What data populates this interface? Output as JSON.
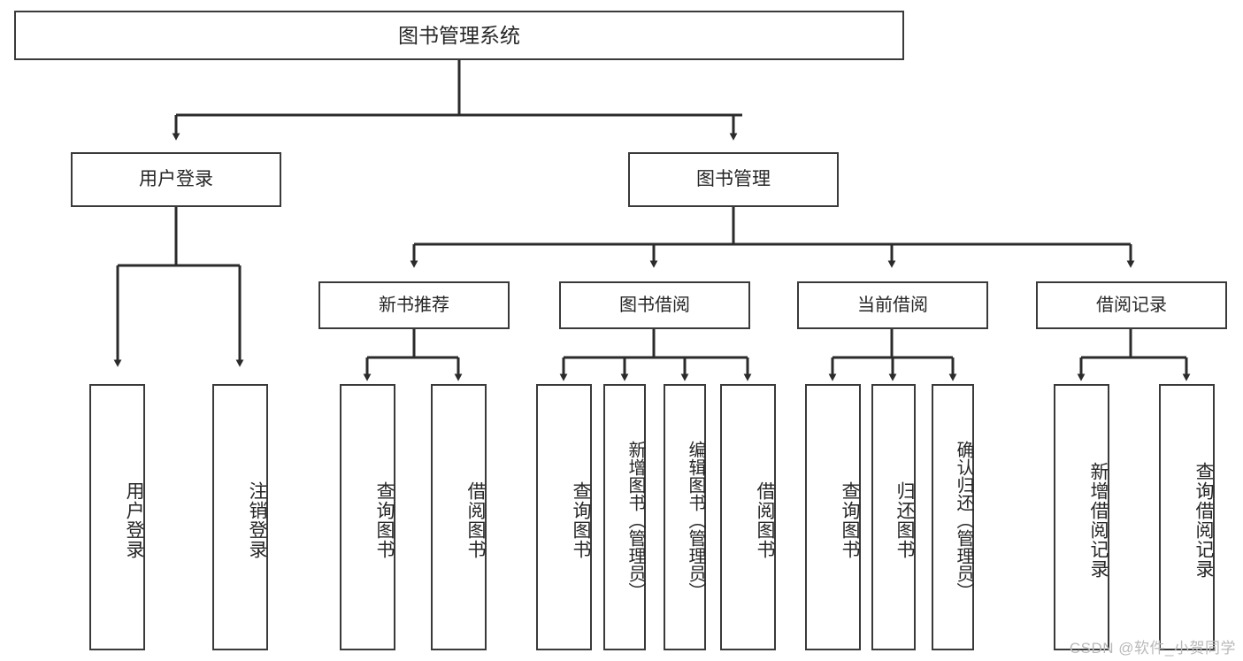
{
  "diagram": {
    "type": "tree",
    "title": "图书管理系统",
    "colors": {
      "box_border": "#3a3a3a",
      "box_fill": "#ffffff",
      "connector": "#2b2b2b",
      "text": "#262626",
      "watermark": "#b9b9b9"
    },
    "root": {
      "label": "图书管理系统"
    },
    "level2": [
      {
        "id": "user-login",
        "label": "用户登录"
      },
      {
        "id": "book-manage",
        "label": "图书管理"
      }
    ],
    "level3": [
      {
        "id": "new-book-recommend",
        "label": "新书推荐",
        "parent": "book-manage"
      },
      {
        "id": "book-borrow",
        "label": "图书借阅",
        "parent": "book-manage"
      },
      {
        "id": "current-borrow",
        "label": "当前借阅",
        "parent": "book-manage"
      },
      {
        "id": "borrow-record",
        "label": "借阅记录",
        "parent": "book-manage"
      }
    ],
    "leaves": [
      {
        "id": "leaf-user-login",
        "label": "用户登录",
        "parent": "user-login"
      },
      {
        "id": "leaf-logout-login",
        "label": "注销登录",
        "parent": "user-login"
      },
      {
        "id": "leaf-query-book-1",
        "label": "查询图书",
        "parent": "new-book-recommend"
      },
      {
        "id": "leaf-borrow-book-1",
        "label": "借阅图书",
        "parent": "new-book-recommend"
      },
      {
        "id": "leaf-query-book-2",
        "label": "查询图书",
        "parent": "book-borrow"
      },
      {
        "id": "leaf-add-book",
        "label": "新增图书（管理员）",
        "parent": "book-borrow"
      },
      {
        "id": "leaf-edit-book",
        "label": "编辑图书（管理员）",
        "parent": "book-borrow"
      },
      {
        "id": "leaf-borrow-book-2",
        "label": "借阅图书",
        "parent": "book-borrow"
      },
      {
        "id": "leaf-query-book-3",
        "label": "查询图书",
        "parent": "current-borrow"
      },
      {
        "id": "leaf-return-book",
        "label": "归还图书",
        "parent": "current-borrow"
      },
      {
        "id": "leaf-confirm-return",
        "label": "确认归还（管理员）",
        "parent": "current-borrow"
      },
      {
        "id": "leaf-add-record",
        "label": "新增借阅记录",
        "parent": "borrow-record"
      },
      {
        "id": "leaf-query-record",
        "label": "查询借阅记录",
        "parent": "borrow-record"
      }
    ]
  },
  "watermark": {
    "text": "CSDN @软件_小贺同学"
  }
}
